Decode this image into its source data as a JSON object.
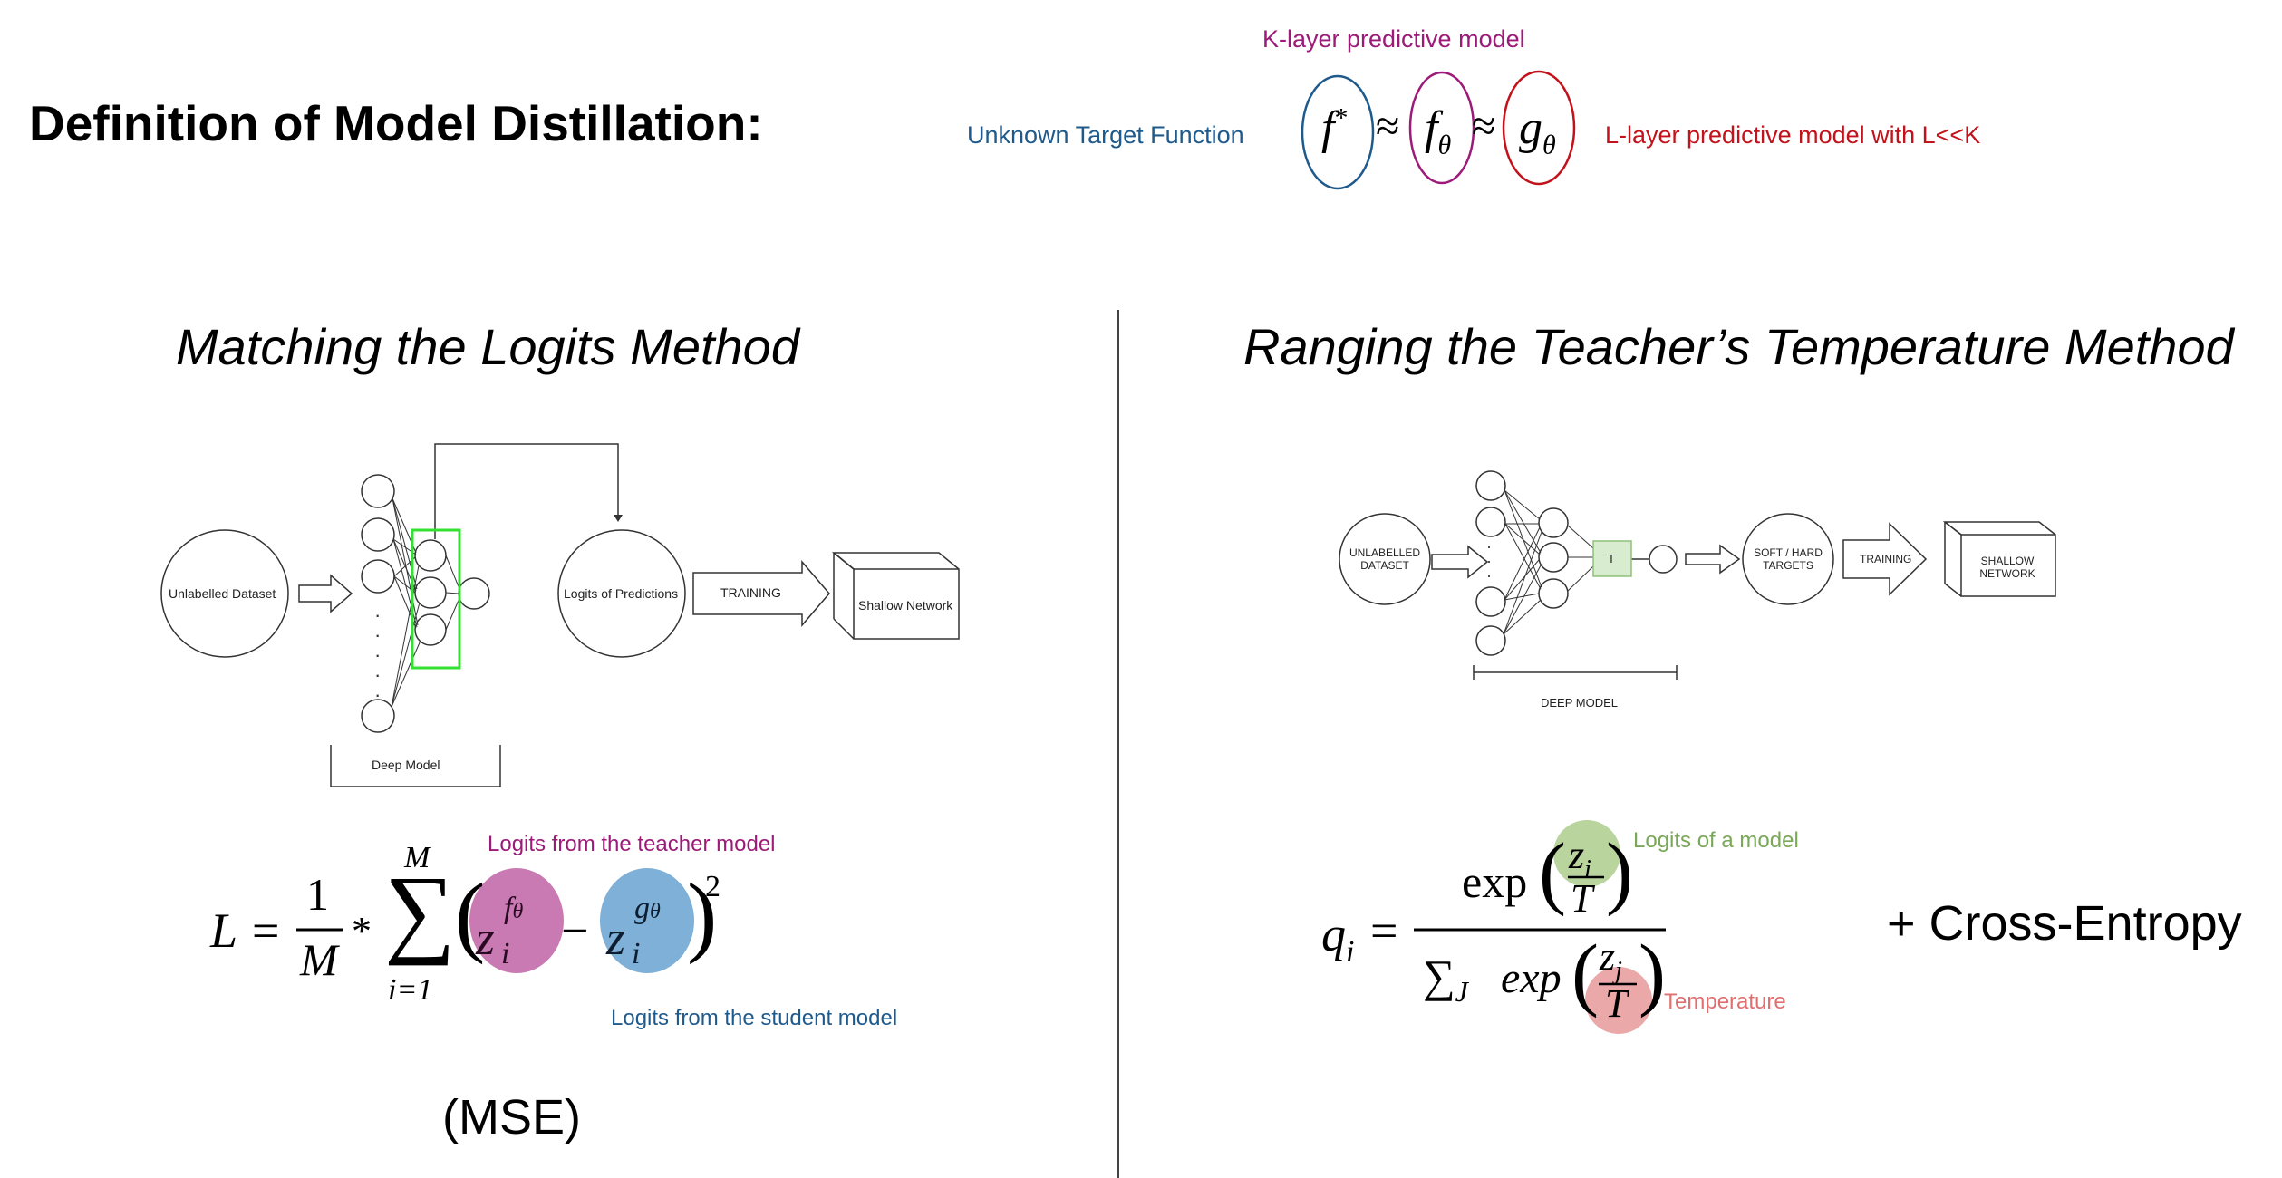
{
  "header": {
    "title": "Definition of Model Distillation:",
    "k_layer_label": "K-layer predictive model",
    "unknown_target_label": "Unknown Target Function",
    "l_layer_label": "L-layer predictive model with L<<K",
    "approx_symbol": "≈",
    "f_star": "f",
    "f_star_sup": "*",
    "f_theta": "f",
    "f_theta_sub": "θ",
    "g_theta": "g",
    "g_theta_sub": "θ"
  },
  "left": {
    "heading": "Matching the Logits Method",
    "diagram": {
      "unlabelled_dataset": "Unlabelled Dataset",
      "logits_of_predictions": "Logits of Predictions",
      "training": "TRAINING",
      "shallow_network": "Shallow Network",
      "deep_model": "Deep Model",
      "ellipsis_dots": "·"
    },
    "formula": {
      "lhs": "L =",
      "frac_num": "1",
      "frac_den": "M",
      "times": "*",
      "sum_upper": "M",
      "sum_lower": "i=1",
      "sigma": "∑",
      "z": "z",
      "sub_i": "i",
      "sup_f": "f",
      "sup_f_theta": "θ",
      "sup_g": "g",
      "sup_g_theta": "θ",
      "minus": "−",
      "square": "2",
      "paren_open": "(",
      "paren_close": ")"
    },
    "annot_teacher": "Logits from the teacher model",
    "annot_student": "Logits from the student model",
    "mse": "(MSE)"
  },
  "right": {
    "heading": "Ranging the Teacher’s Temperature Method",
    "diagram": {
      "unlabelled_dataset_line1": "UNLABELLED",
      "unlabelled_dataset_line2": "DATASET",
      "temperature_box": "T",
      "soft_hard_line1": "SOFT / HARD",
      "soft_hard_line2": "TARGETS",
      "training": "TRAINING",
      "shallow_line1": "SHALLOW",
      "shallow_line2": "NETWORK",
      "deep_model": "DEEP MODEL",
      "ellipsis_dots": "·"
    },
    "formula": {
      "q": "q",
      "q_sub": "i",
      "equals": "=",
      "exp_top": "exp",
      "z_i": "z",
      "z_i_sub": "i",
      "T": "T",
      "sum_sigma": "∑",
      "sum_sub": "J",
      "exp_bottom": "exp",
      "z_j": "z",
      "z_j_sub": "j",
      "paren_open": "(",
      "paren_close": ")"
    },
    "annot_logits": "Logits of a model",
    "annot_temperature": "Temperature",
    "cross_entropy": "+ Cross-Entropy"
  },
  "colors": {
    "purple": "#9c1a78",
    "blue": "#1f5a8c",
    "red": "#c2121b",
    "green": "#79a857",
    "salmon": "#e06f6f",
    "teacher_fill": "#c97ab3",
    "student_fill": "#7fb0d8",
    "logit_fill": "#b9d49d",
    "temp_fill": "#eaa8a8",
    "green_box": "#33e133"
  }
}
